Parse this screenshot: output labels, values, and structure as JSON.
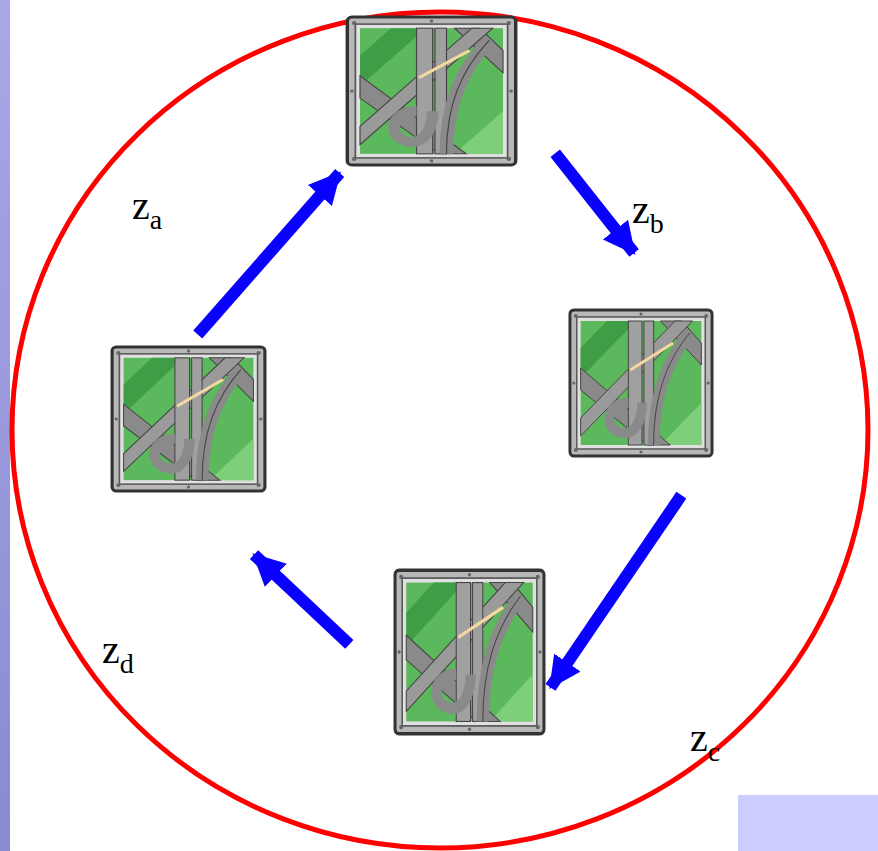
{
  "diagram": {
    "nodes": [
      {
        "text": []
      },
      {
        "text": []
      },
      {
        "text": []
      },
      {
        "text": []
      }
    ],
    "edges": [
      {
        "from": 3,
        "to": 0,
        "arrow": "to",
        "label": "za"
      },
      {
        "from": 0,
        "to": 1,
        "arrow": "to",
        "label": "zb"
      },
      {
        "from": 1,
        "to": 2,
        "arrow": "to",
        "label": "zc"
      },
      {
        "from": 2,
        "to": 3,
        "arrow": "to",
        "label": "zd"
      }
    ]
  }
}
